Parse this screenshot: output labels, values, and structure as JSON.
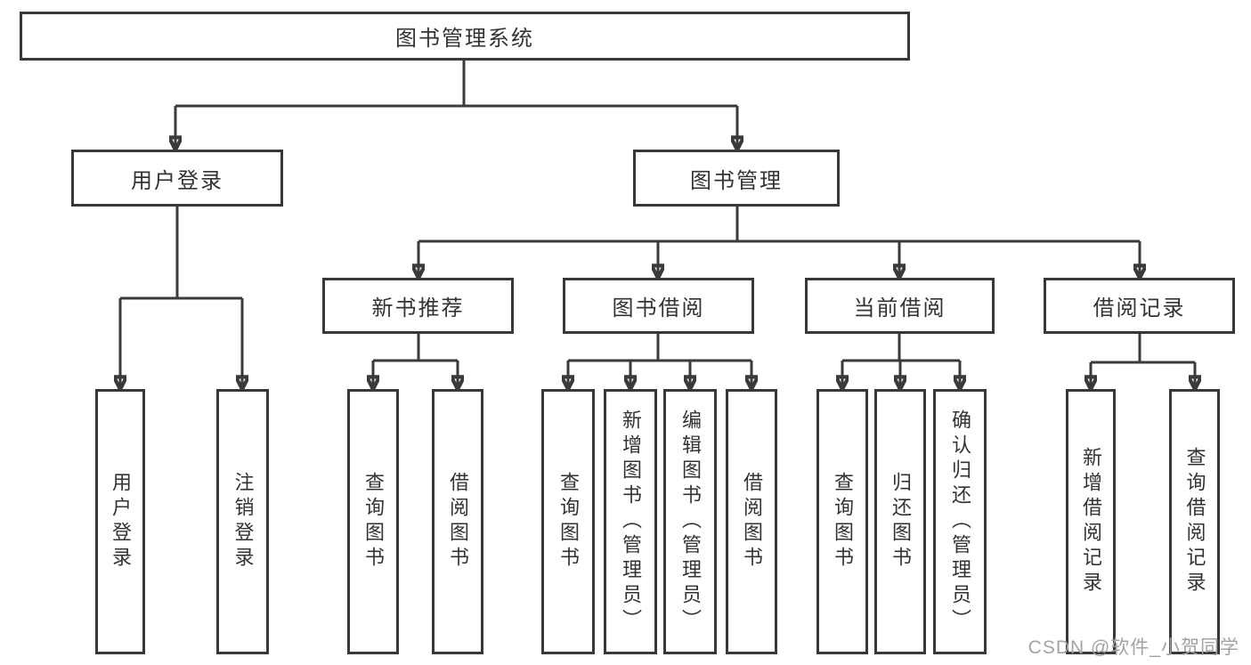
{
  "root": {
    "label": "图书管理系统"
  },
  "level1": {
    "user_login": "用户登录",
    "book_management": "图书管理"
  },
  "level2": {
    "recommend": "新书推荐",
    "borrow": "图书借阅",
    "current": "当前借阅",
    "records": "借阅记录"
  },
  "leaves": {
    "login": [
      "用户登录",
      "注销登录"
    ],
    "recommend": [
      "查询图书",
      "借阅图书"
    ],
    "borrow": [
      "查询图书",
      "新增图书（管理员）",
      "编辑图书（管理员）",
      "借阅图书"
    ],
    "current": [
      "查询图书",
      "归还图书",
      "确认归还（管理员）"
    ],
    "records": [
      "新增借阅记录",
      "查询借阅记录"
    ]
  },
  "watermark": "CSDN @软件_小贺同学",
  "colors": {
    "line": "#3a3a3a",
    "border": "#383838",
    "text": "#333333",
    "watermark": "#a3a3a3",
    "background": "#ffffff"
  }
}
